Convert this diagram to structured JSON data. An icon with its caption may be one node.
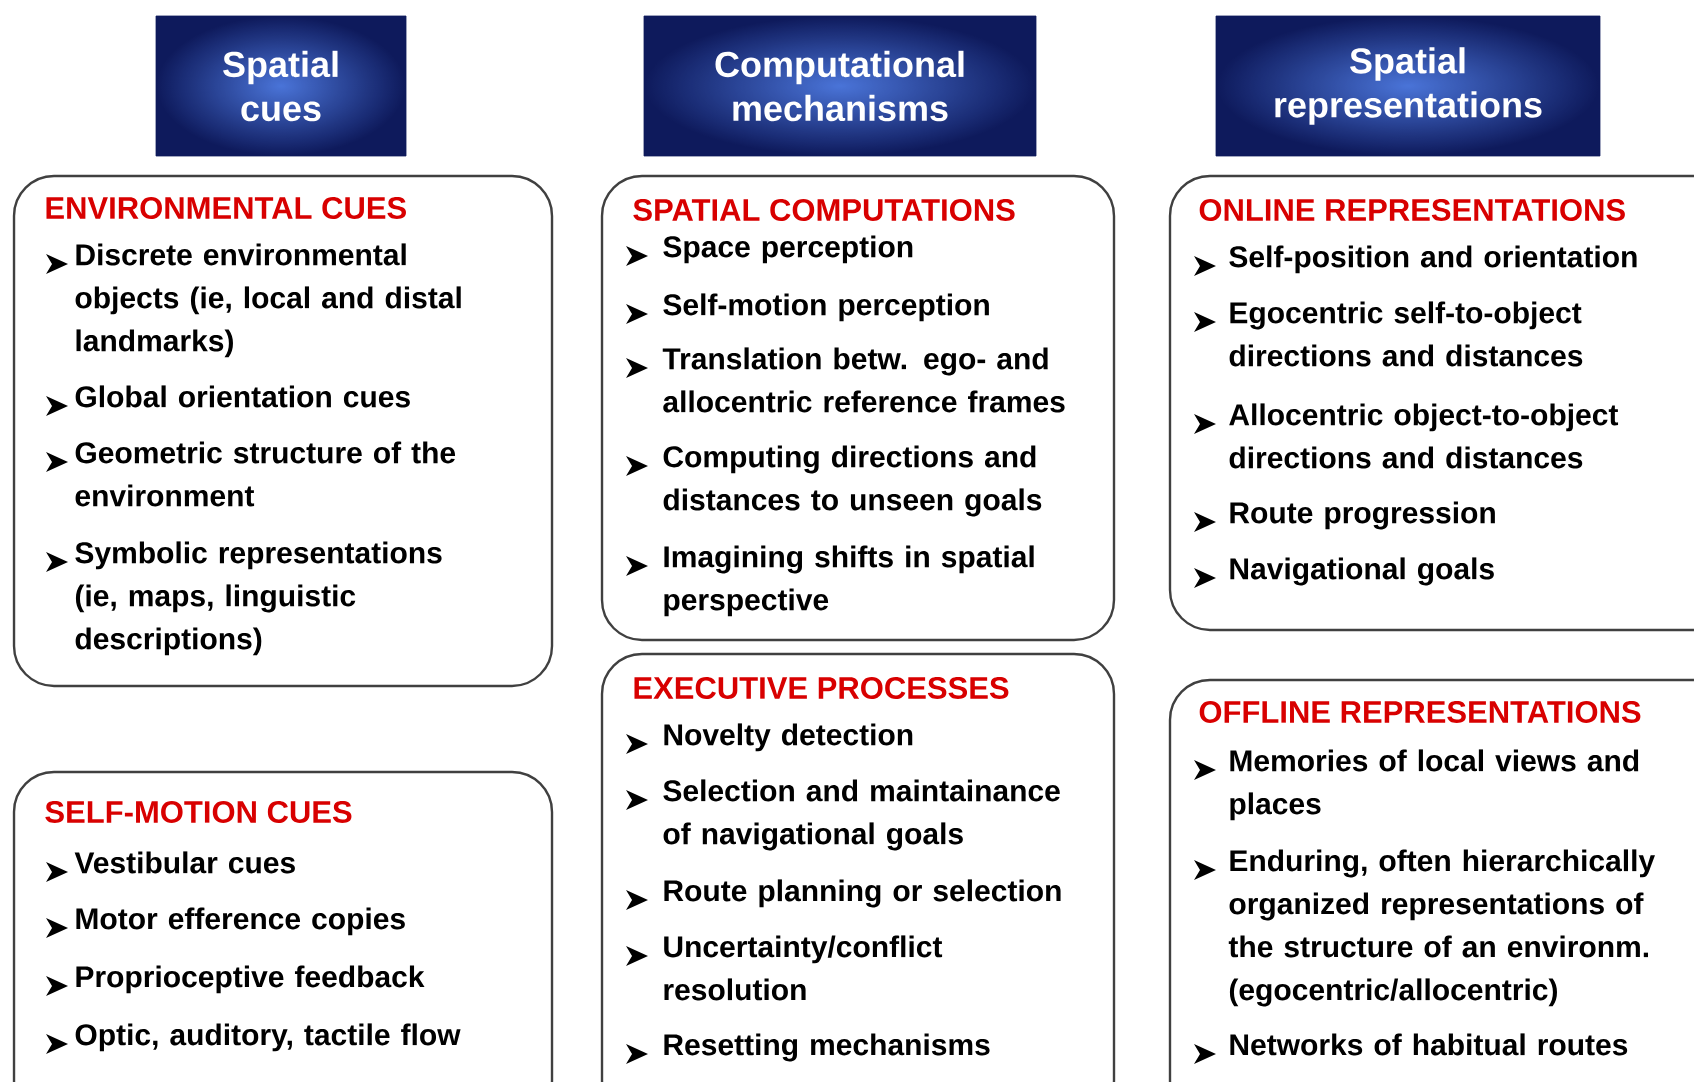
{
  "diagram": {
    "nodes": [
      {
        "text": [
          "Spatial cues"
        ]
      },
      {
        "text": [
          "Computational mechanisms"
        ]
      },
      {
        "text": [
          "Spatial representations"
        ]
      },
      {
        "text": [
          "ENVIRONMENTAL CUES",
          "Discrete environmental objects (ie, local and distal landmarks)",
          "Global orientation cues",
          "Geometric structure of the environment",
          "Symbolic representations (ie, maps, linguistic descriptions)"
        ]
      },
      {
        "text": [
          "SELF-MOTION CUES",
          "Vestibular cues",
          "Motor efference copies",
          "Proprioceptive feedback",
          "Optic, auditory, tactile flow"
        ]
      },
      {
        "text": [
          "SPATIAL COMPUTATIONS",
          "Space perception",
          "Self-motion perception",
          "Translation betw. ego- and allocentric reference frames",
          "Computing directions and distances to unseen goals",
          "Imagining shifts in spatial perspective"
        ]
      },
      {
        "text": [
          "EXECUTIVE PROCESSES",
          "Novelty detection",
          "Selection and maintainance of navigational goals",
          "Route planning or selection",
          "Uncertainty/conflict resolution",
          "Resetting mechanisms"
        ]
      },
      {
        "text": [
          "ONLINE REPRESENTATIONS",
          "Self-position and orientation",
          "Egocentric self-to-object directions and distances",
          "Allocentric object-to-object directions and distances",
          "Route progression",
          "Navigational goals"
        ]
      },
      {
        "text": [
          "OFFLINE REPRESENTATIONS",
          "Memories of local views and places",
          "Enduring, often hierarchically organized representations of the structure of an environm. (egocentric/allocentric)",
          "Networks of habitual routes"
        ]
      }
    ]
  }
}
